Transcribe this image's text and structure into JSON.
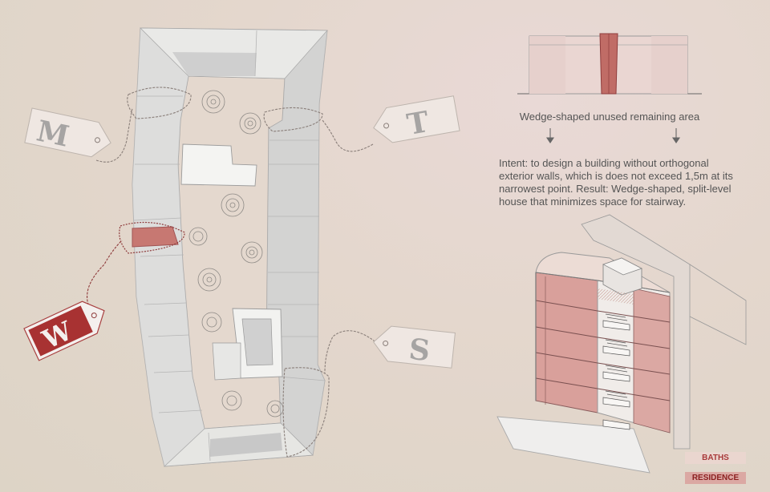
{
  "tags": [
    {
      "letter": "M",
      "highlighted": false
    },
    {
      "letter": "T",
      "highlighted": false
    },
    {
      "letter": "W",
      "highlighted": true
    },
    {
      "letter": "S",
      "highlighted": false
    }
  ],
  "caption": "Wedge-shaped unused remaining area",
  "intent": "Intent: to design a building without orthogonal exterior walls, which is does not exceed 1,5m at its narrowest point. Result: Wedge-shaped, split-level house that minimizes space for stairway.",
  "legend": {
    "baths_label": "BATHS",
    "residence_label": "RESIDENCE"
  },
  "colors": {
    "accent_red": "#a83a3a",
    "highlight_fill": "#d48a8a",
    "building_gray": "#c9c9c9",
    "roof_white": "#f3f3f1"
  },
  "icons": [
    "down-arrow-icon",
    "string-loop-icon",
    "tree-icon"
  ]
}
